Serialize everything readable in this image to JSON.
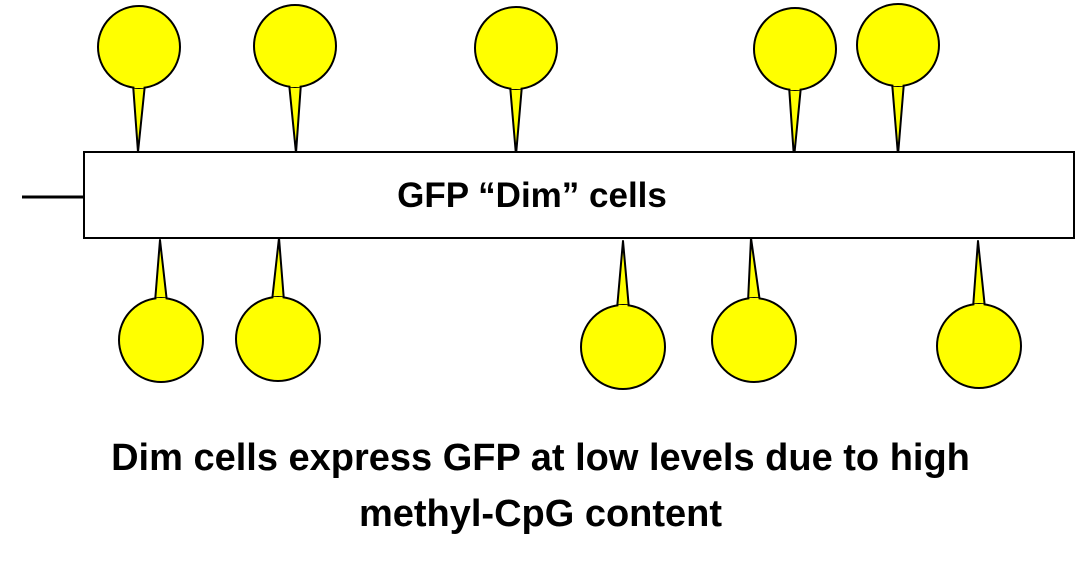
{
  "gene": {
    "label": "GFP “Dim” cells"
  },
  "caption": {
    "line1": "Dim cells express GFP at low levels due to high",
    "line2": "methyl-CpG content"
  },
  "methyl_groups": {
    "above_count": 5,
    "below_count": 5,
    "color": "#ffff00"
  },
  "colors": {
    "methyl_fill": "#ffff00",
    "outline": "#000000",
    "gene_fill": "#ffffff"
  }
}
